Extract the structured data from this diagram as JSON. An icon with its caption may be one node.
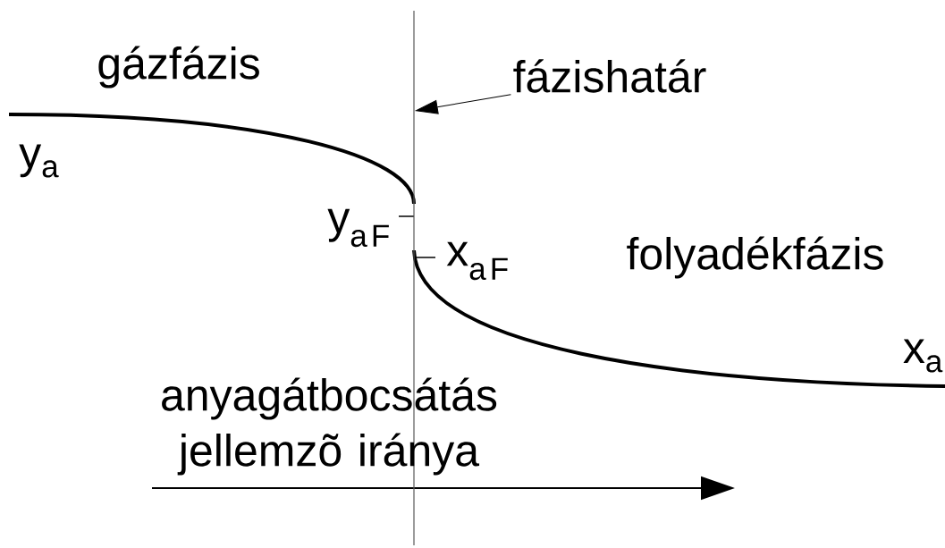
{
  "diagram": {
    "nodes": [
      {
        "text": [
          "fázishatár"
        ]
      },
      {
        "text": [],
        "shape": "bar"
      }
    ],
    "edges": [
      {
        "from": 0,
        "to": 1,
        "arrow": "to"
      }
    ],
    "labels": [
      "gázfázis",
      "\\mathrm{y}_{\\mathrm{a}}",
      "\\mathrm{y}_{\\mathrm{a\\,F}}",
      "\\mathrm{x}_{\\mathrm{a\\,F}}",
      "folyadékfázis",
      "\\mathrm{x}_{\\mathrm{a}}",
      "anyagátbocsátás jellemzõ iránya"
    ]
  }
}
